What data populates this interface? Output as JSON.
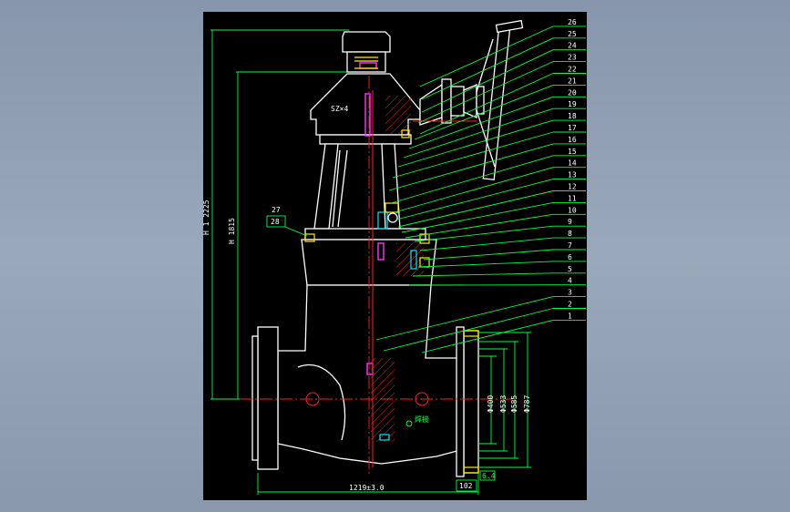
{
  "annotations": {
    "overall_height": "H 1 2225",
    "stem_height": "H 1815",
    "bolt_spec": "SZ×4",
    "face_to_face": "1219±3.0",
    "flange_thk": "102",
    "raised_face": "6.4",
    "dia_1": "Φ400",
    "dia_2": "Φ533",
    "dia_3": "Φ585",
    "dia_4": "Φ787",
    "weld_note": "焊接"
  },
  "part_numbers": [
    "26",
    "25",
    "24",
    "23",
    "22",
    "21",
    "20",
    "19",
    "18",
    "17",
    "16",
    "15",
    "14",
    "13",
    "12",
    "11",
    "10",
    "9",
    "8",
    "7",
    "6",
    "5",
    "4",
    "3",
    "2",
    "1"
  ],
  "left_labels": [
    "27",
    "28"
  ],
  "colors": {
    "outline": "#ffffff",
    "leader": "#00ff44",
    "centerline": "#ff2020",
    "sheet": "#000000"
  }
}
